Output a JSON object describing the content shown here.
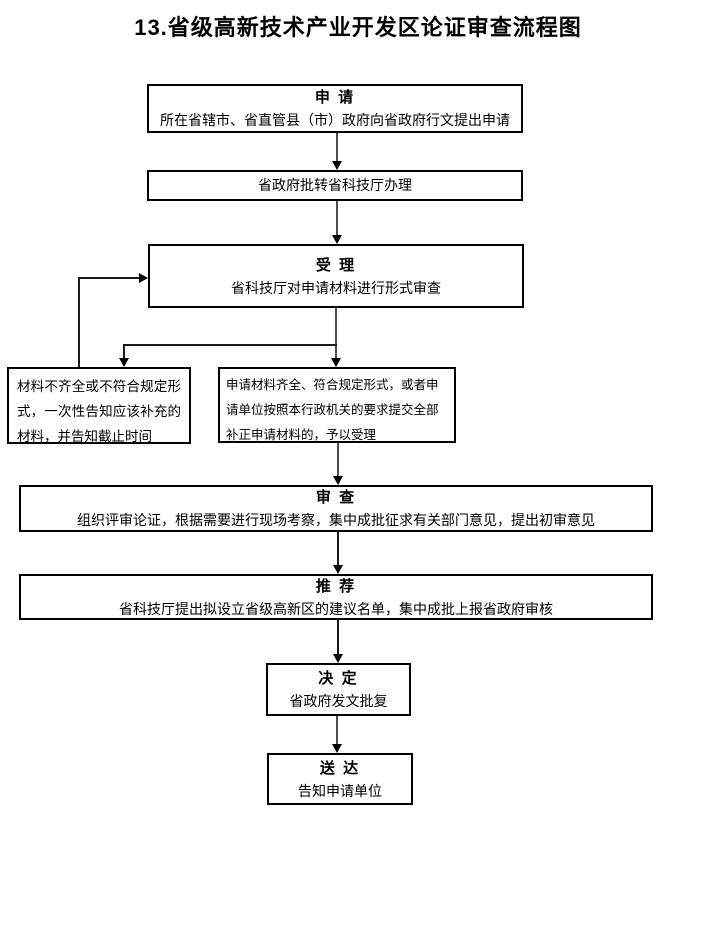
{
  "page": {
    "title": "13.省级高新技术产业开发区论证审查流程图",
    "background_color": "#ffffff",
    "box_border_color": "#000000",
    "connector_color": "#4d4d4d",
    "arrowhead_color": "#000000",
    "text_color": "#000000"
  },
  "boxes": {
    "apply": {
      "header": "申 请",
      "body": "所在省辖市、省直管县（市）政府向省政府行文提出申请"
    },
    "transfer": {
      "body": "省政府批转省科技厅办理"
    },
    "accept": {
      "header": "受 理",
      "body": "省科技厅对申请材料进行形式审查"
    },
    "incomplete": {
      "body": "材料不齐全或不符合规定形式，一次性告知应该补充的材料，并告知截止时间"
    },
    "complete": {
      "body": "申请材料齐全、符合规定形式，或者申请单位按照本行政机关的要求提交全部补正申请材料的，予以受理"
    },
    "review": {
      "header": "审 查",
      "body": "组织评审论证，根据需要进行现场考察，集中成批征求有关部门意见，提出初审意见"
    },
    "recommend": {
      "header": "推 荐",
      "body": "省科技厅提出拟设立省级高新区的建议名单，集中成批上报省政府审核"
    },
    "decide": {
      "header": "决 定",
      "body": "省政府发文批复"
    },
    "deliver": {
      "header": "送 达",
      "body": "告知申请单位"
    }
  }
}
